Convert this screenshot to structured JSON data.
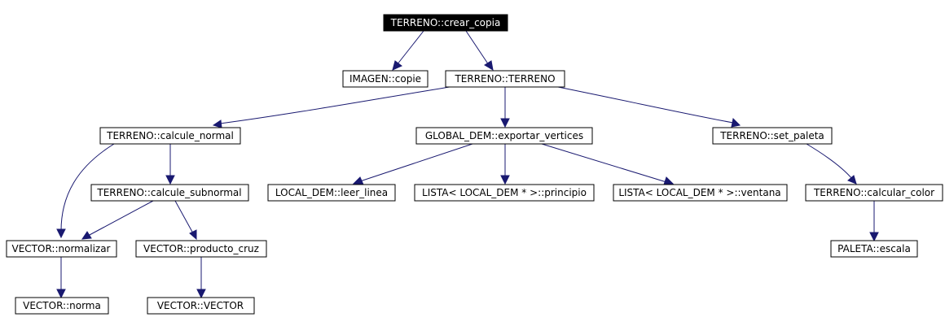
{
  "colors": {
    "edge": "#191970",
    "root_fill": "#000000",
    "root_text": "#ffffff",
    "node_fill": "#ffffff",
    "node_border": "#000000"
  },
  "nodes": {
    "root": "TERRENO::crear_copia",
    "imagen_copie": "IMAGEN::copie",
    "terreno_terreno": "TERRENO::TERRENO",
    "calcule_normal": "TERRENO::calcule_normal",
    "exportar_vertices": "GLOBAL_DEM::exportar_vertices",
    "set_paleta": "TERRENO::set_paleta",
    "calcule_subnormal": "TERRENO::calcule_subnormal",
    "leer_linea": "LOCAL_DEM::leer_linea",
    "lista_principio": "LISTA< LOCAL_DEM * >::principio",
    "lista_ventana": "LISTA< LOCAL_DEM * >::ventana",
    "calcular_color": "TERRENO::calcular_color",
    "normalizar": "VECTOR::normalizar",
    "producto_cruz": "VECTOR::producto_cruz",
    "paleta_escala": "PALETA::escala",
    "norma": "VECTOR::norma",
    "vector_vector": "VECTOR::VECTOR"
  }
}
